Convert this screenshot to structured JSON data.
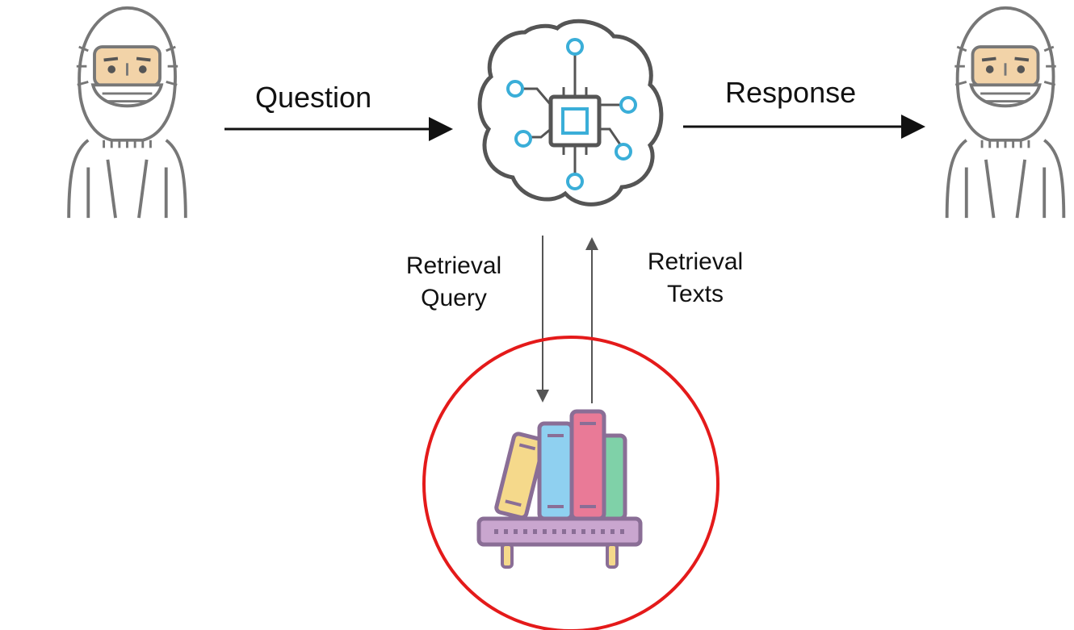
{
  "flow": {
    "question_label": "Question",
    "response_label": "Response",
    "retrieval_query_label": [
      "Retrieval",
      "Query"
    ],
    "retrieval_texts_label": [
      "Retrieval",
      "Texts"
    ]
  },
  "icons": {
    "user_left": "cleanroom-worker-icon",
    "ai_brain": "ai-brain-chip-icon",
    "user_right": "cleanroom-worker-icon",
    "library": "bookshelf-icon"
  },
  "colors": {
    "arrow": "#111111",
    "thin_arrow": "#555555",
    "circle_highlight": "#e41a1a",
    "brain_outline": "#555555",
    "brain_nodes": "#3aaed8",
    "book_yellow": "#f5d98b",
    "book_blue": "#8fd0f0",
    "book_pink": "#e97a97",
    "book_green": "#7fd1a8",
    "shelf": "#c9a6cf",
    "face": "#f2d3a8"
  }
}
